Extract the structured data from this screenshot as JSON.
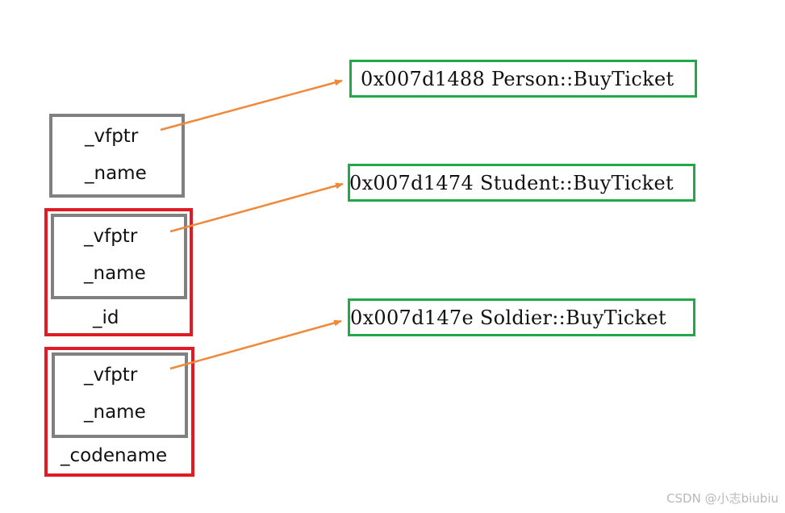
{
  "objects": [
    {
      "base_fields": [
        "_vfptr",
        "_name"
      ]
    },
    {
      "base_fields": [
        "_vfptr",
        "_name"
      ],
      "own_field": "_id"
    },
    {
      "base_fields": [
        "_vfptr",
        "_name"
      ],
      "own_field": "_codename"
    }
  ],
  "vtable_entries": [
    "0x007d1488 Person::BuyTicket",
    "0x007d1474 Student::BuyTicket",
    "0x007d147e Soldier::BuyTicket"
  ],
  "colors": {
    "base_box": "#808080",
    "derived_box": "#e01b24",
    "vtable_box": "#22a84a",
    "arrow": "#f0883a"
  },
  "watermark": "CSDN @小志biubiu"
}
